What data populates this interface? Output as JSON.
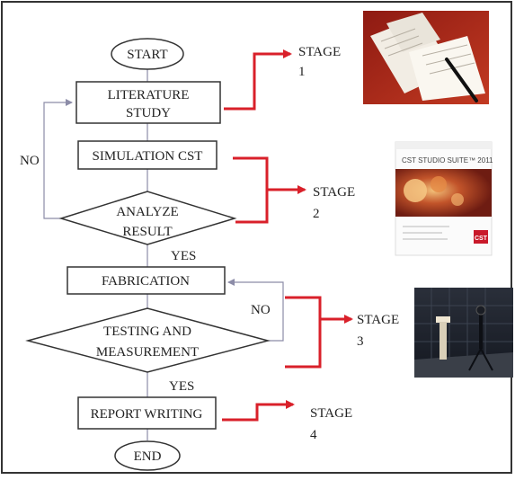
{
  "colors": {
    "background": "#ffffff",
    "box_stroke": "#333333",
    "flow_line": "#8c8ca8",
    "stage_arrow": "#d9202a"
  },
  "nodes": {
    "start": "START",
    "literature_line1": "LITERATURE",
    "literature_line2": "STUDY",
    "simulation": "SIMULATION CST",
    "analyze_line1": "ANALYZE",
    "analyze_line2": "RESULT",
    "fabrication": "FABRICATION",
    "testing_line1": "TESTING AND",
    "testing_line2": "MEASUREMENT",
    "report": "REPORT WRITING",
    "end": "END"
  },
  "edges": {
    "no_1": "NO",
    "yes_1": "YES",
    "no_2": "NO",
    "yes_2": "YES"
  },
  "stages": [
    {
      "label": "STAGE",
      "number": "1"
    },
    {
      "label": "STAGE",
      "number": "2"
    },
    {
      "label": "STAGE",
      "number": "3"
    },
    {
      "label": "STAGE",
      "number": "4"
    }
  ],
  "photos": {
    "papers": "papers-photo-icon",
    "cst_cover": {
      "title": "CST STUDIO SUITE™ 2011",
      "badge": "CST",
      "icon": "software-box-icon"
    },
    "antenna_lab": "anechoic-chamber-photo-icon"
  }
}
